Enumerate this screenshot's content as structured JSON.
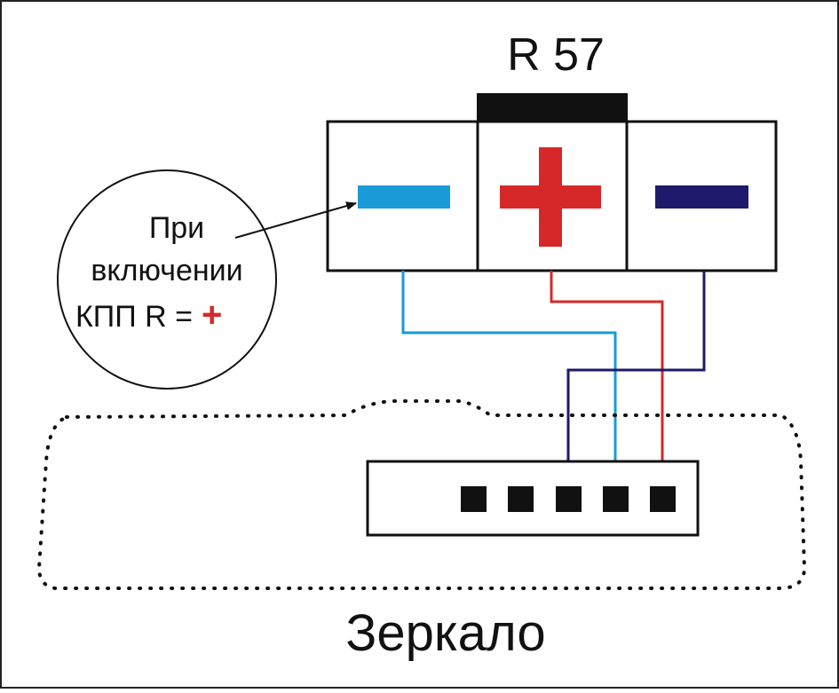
{
  "connector": {
    "label": "R 57",
    "terminals": [
      {
        "sign": "−",
        "color": "#1a9ad6"
      },
      {
        "sign": "+",
        "color": "#d62828"
      },
      {
        "sign": "−",
        "color": "#1f1a6b"
      }
    ]
  },
  "callout": {
    "line1": "При",
    "line2": "включении",
    "line3_text": "КПП R =",
    "line3_sign": "+",
    "sign_color": "#d62828"
  },
  "mirror": {
    "label": "Зеркало",
    "pin_count": 5
  },
  "wires": [
    {
      "name": "blue-wire",
      "color": "#1a9ad6",
      "from": "left terminal",
      "to": "pin 4"
    },
    {
      "name": "red-wire",
      "color": "#d62828",
      "from": "middle terminal",
      "to": "pin 5"
    },
    {
      "name": "navy-wire",
      "color": "#1f1a6b",
      "from": "right terminal",
      "to": "pin 3"
    }
  ],
  "colors": {
    "blue": "#1a9ad6",
    "red": "#d62828",
    "navy": "#1f1a6b",
    "black": "#111111"
  }
}
